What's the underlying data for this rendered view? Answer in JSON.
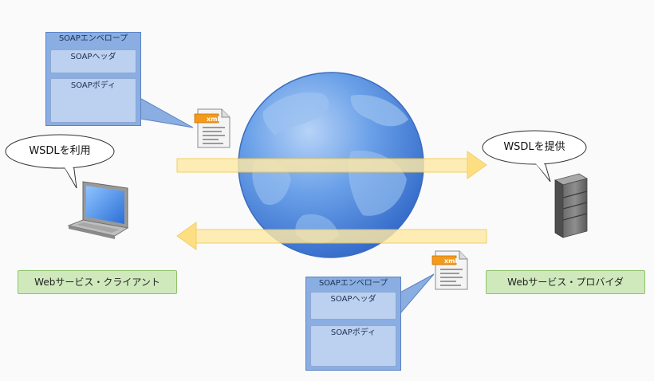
{
  "envelope_request": {
    "title": "SOAPエンベロープ",
    "header": "SOAPヘッダ",
    "body": "SOAPボディ"
  },
  "envelope_response": {
    "title": "SOAPエンベロープ",
    "header": "SOAPヘッダ",
    "body": "SOAPボディ"
  },
  "client": {
    "bubble": "WSDLを利用",
    "label": "Webサービス・クライアント"
  },
  "provider": {
    "bubble": "WSDLを提供",
    "label": "Webサービス・プロバイダ"
  },
  "xml_file_label": "xml",
  "colors": {
    "envelope": "#8aaee2",
    "envelope_part": "#bcd0ef",
    "role_label": "#cfe9bd",
    "arrow": "#ffd96a",
    "globe": "#5a93e4",
    "xml_tag": "#f39a1c"
  }
}
